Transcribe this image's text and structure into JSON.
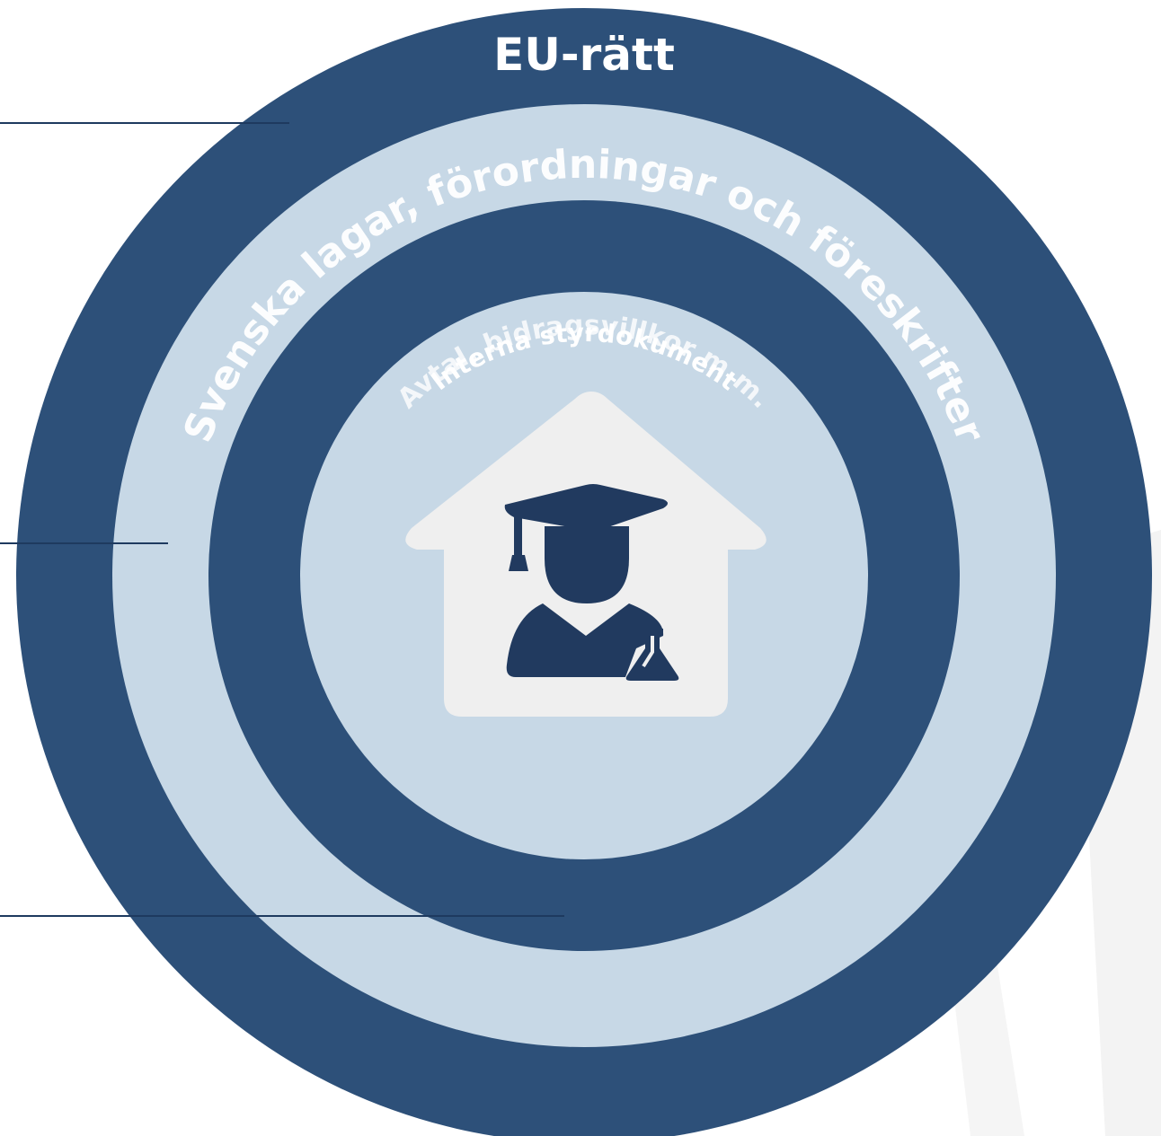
{
  "diagram": {
    "rings": [
      {
        "label": "EU-rätt"
      },
      {
        "label": "Svenska lagar, förordningar och föreskrifter"
      },
      {
        "label": "Interna styrdokument"
      },
      {
        "label": "Avtal, bidragsvillkor m.m."
      }
    ],
    "center_icon": "house-with-graduate-researcher-icon",
    "colors": {
      "dark_blue": "#2d5079",
      "light_blue": "#c7d8e6",
      "house": "#efefef",
      "person": "#213a5f",
      "pointer_line": "#1e3a5f",
      "background_shape": "#f3f3f3"
    }
  }
}
